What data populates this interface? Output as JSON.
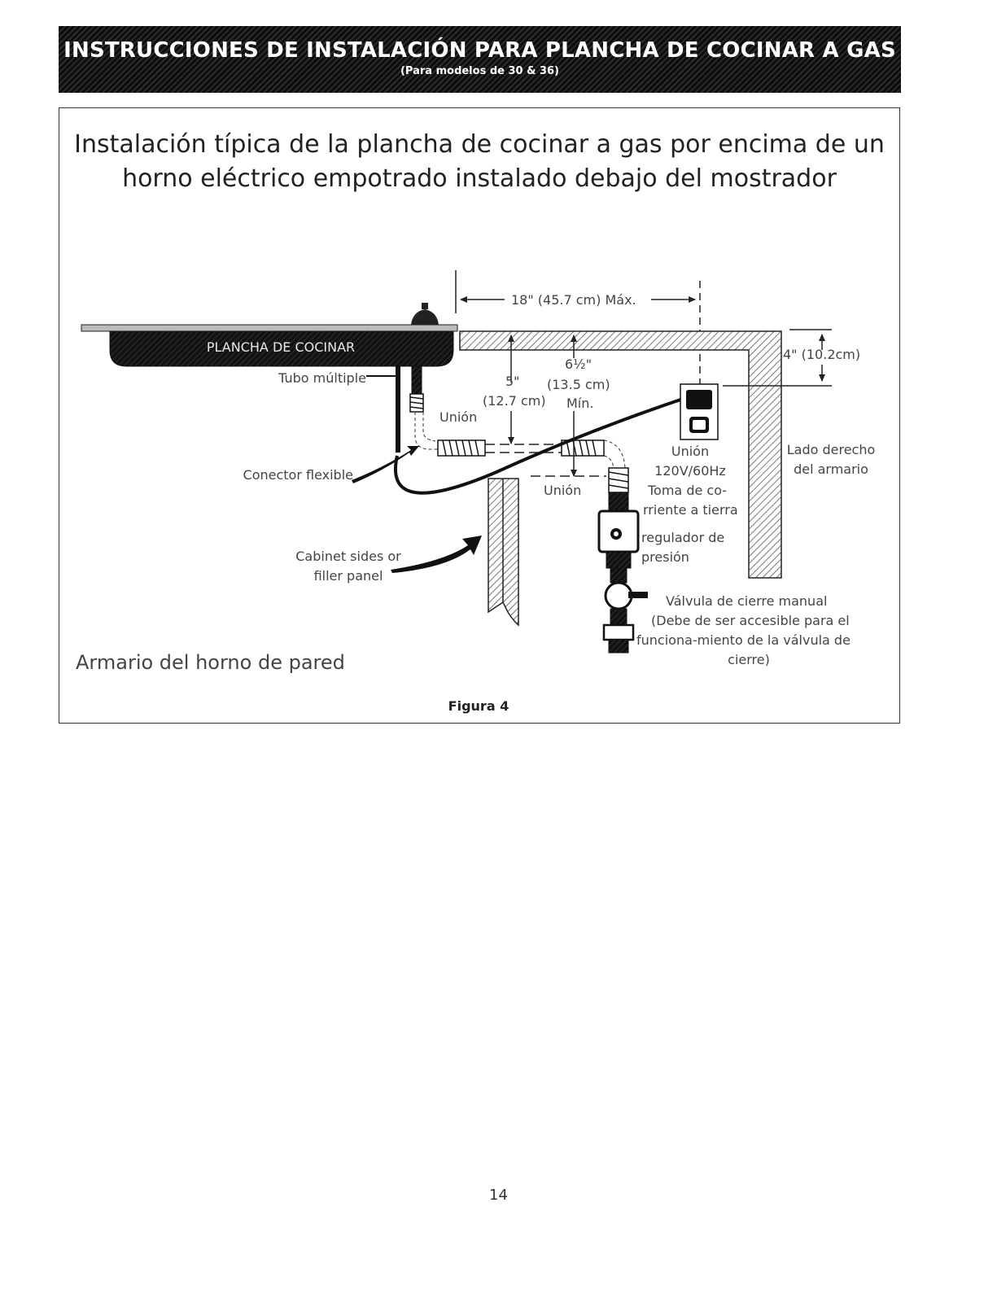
{
  "header": {
    "title": "INSTRUCCIONES DE INSTALACIÓN PARA PLANCHA DE COCINAR A GAS",
    "subtitle": "(Para modelos de 30 & 36)"
  },
  "figure": {
    "title_line1": "Instalación típica de la plancha de cocinar a gas por encima de un",
    "title_line2": "horno eléctrico empotrado instalado debajo del mostrador",
    "caption": "Figura 4",
    "labels": {
      "dim_18": "18\" (45.7 cm) Máx.",
      "cooktop": "PLANCHA DE COCINAR",
      "tubo_multiple": "Tubo múltiple",
      "dim_6_5": "6½\"",
      "dim_13_5": "(13.5 cm)",
      "dim_5": "5\"",
      "dim_12_7": "(12.7 cm)",
      "min": "Mín.",
      "union_left": "Unión",
      "union_mid": "Unión",
      "union_right": "Unión",
      "dim_4": "4\" (10.2cm)",
      "lado_1": "Lado derecho",
      "lado_2": "del armario",
      "conector_flexible": "Conector flexible",
      "volt": "120V/60Hz",
      "toma_1": "Toma de co-",
      "toma_2": "rriente a tierra",
      "regulador_1": "regulador de",
      "regulador_2": "presión",
      "cabinet_1": "Cabinet sides or",
      "cabinet_2": "filler panel",
      "valvula_1": "Válvula de cierre manual",
      "valvula_2": "(Debe de ser accesible para el",
      "valvula_3": "funciona-miento de la válvula de",
      "valvula_4": "cierre)",
      "armario": "Armario del horno de pared"
    }
  },
  "page_number": "14"
}
